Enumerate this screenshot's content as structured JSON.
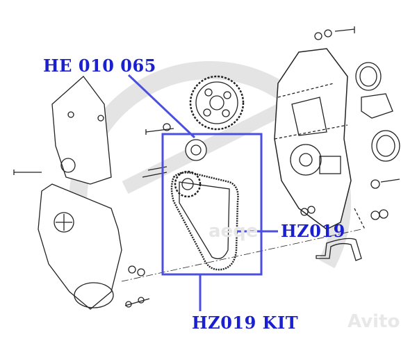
{
  "labels": {
    "tensioner_part": "HE 010 065",
    "belt_part": "HZ019",
    "kit_part": "HZ019 KIT"
  },
  "watermarks": {
    "center_logo": "aeqe",
    "corner_logo": "Avito"
  },
  "colors": {
    "label_blue": "#1a1fd0",
    "box_blue": "#4a4fe0",
    "line_art": "#222222",
    "watermark_gray": "#e4e4e4"
  }
}
